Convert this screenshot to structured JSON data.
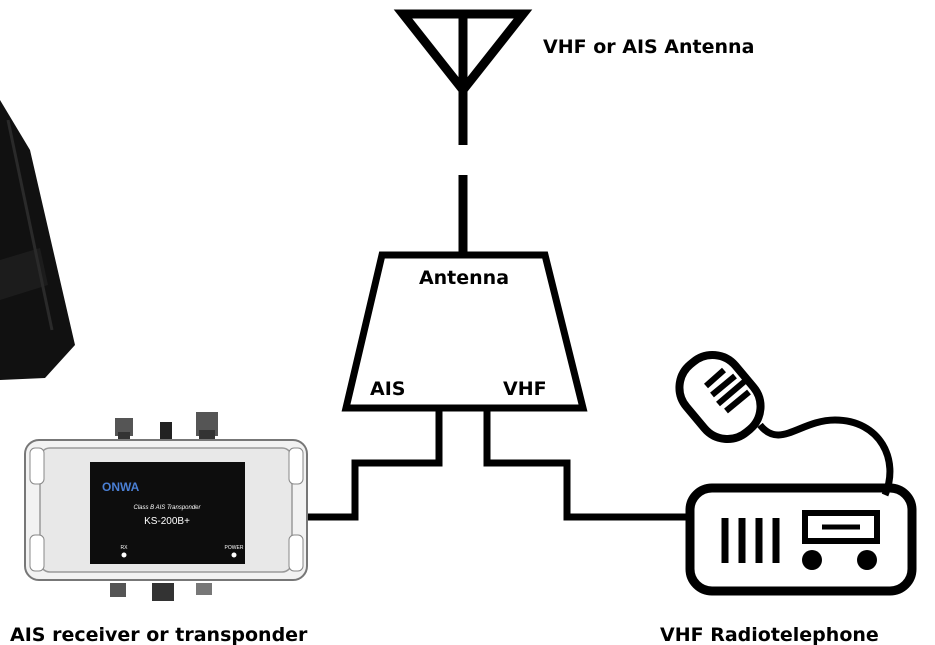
{
  "diagram": {
    "antenna_label": "VHF or AIS Antenna",
    "splitter": {
      "title": "Antenna",
      "port_left": "AIS",
      "port_right": "VHF"
    },
    "ais_device_label": "AIS receiver or transponder",
    "vhf_device_label": "VHF Radiotelephone"
  },
  "device_panel": {
    "brand": "ONWA",
    "subtitle": "Class B AIS Transponder",
    "model": "KS-200B+",
    "led_left": "RX",
    "led_right": "POWER"
  }
}
